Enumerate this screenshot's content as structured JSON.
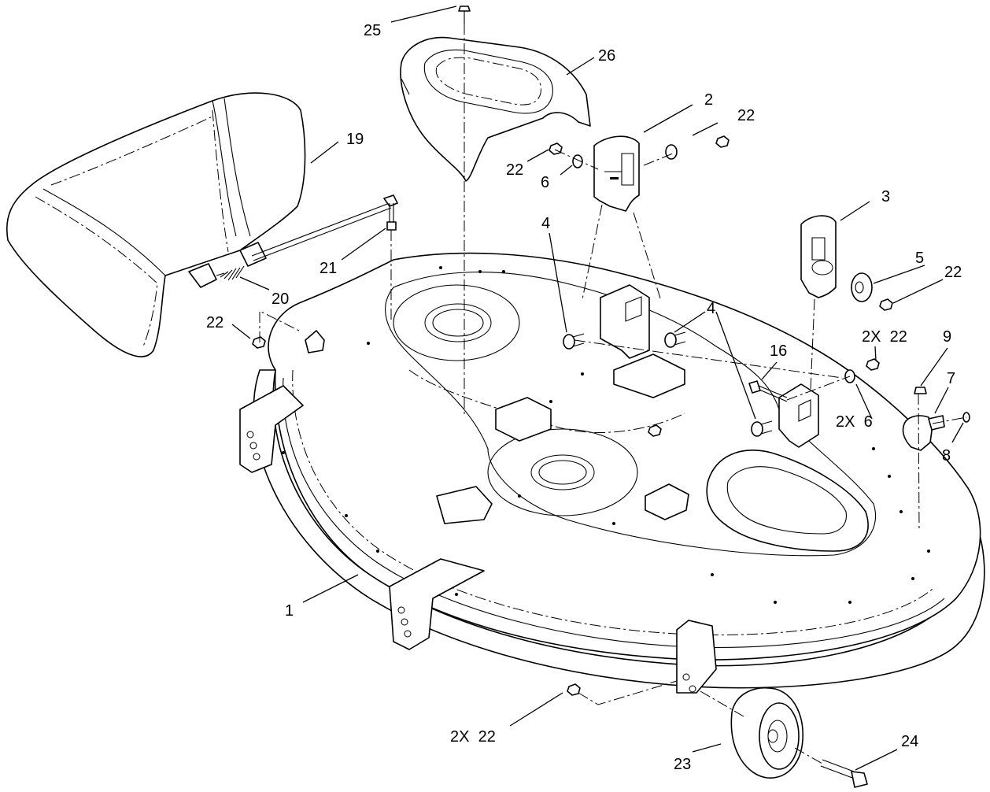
{
  "callouts": [
    {
      "id": "c25",
      "text": "25"
    },
    {
      "id": "c26",
      "text": "26"
    },
    {
      "id": "c2",
      "text": "2"
    },
    {
      "id": "c22a",
      "text": "22"
    },
    {
      "id": "c22b",
      "text": "22"
    },
    {
      "id": "c6a",
      "text": "6"
    },
    {
      "id": "c19",
      "text": "19"
    },
    {
      "id": "c3",
      "text": "3"
    },
    {
      "id": "c5",
      "text": "5"
    },
    {
      "id": "c22c",
      "text": "22"
    },
    {
      "id": "c4a",
      "text": "4"
    },
    {
      "id": "c21",
      "text": "21"
    },
    {
      "id": "c20",
      "text": "20"
    },
    {
      "id": "c22d",
      "text": "22"
    },
    {
      "id": "c4b",
      "text": "4"
    },
    {
      "id": "c16",
      "text": "16"
    },
    {
      "id": "c2x22a",
      "text": "2X  22"
    },
    {
      "id": "c9",
      "text": "9"
    },
    {
      "id": "c7",
      "text": "7"
    },
    {
      "id": "c2x6",
      "text": "2X  6"
    },
    {
      "id": "c8",
      "text": "8"
    },
    {
      "id": "c1",
      "text": "1"
    },
    {
      "id": "c2x22b",
      "text": "2X  22"
    },
    {
      "id": "c24",
      "text": "24"
    },
    {
      "id": "c23",
      "text": "23"
    }
  ]
}
